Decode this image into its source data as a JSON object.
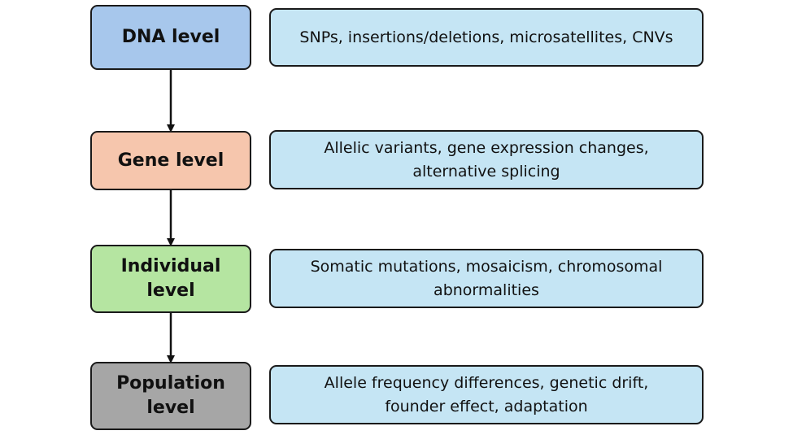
{
  "diagram": {
    "levels": [
      {
        "label": "DNA level",
        "color": "#a7c7ec",
        "description": "SNPs, insertions/deletions, microsatellites, CNVs"
      },
      {
        "label": "Gene level",
        "color": "#f6c6ad",
        "description": "Allelic variants, gene expression changes,\nalternative splicing"
      },
      {
        "label": "Individual\nlevel",
        "color": "#b5e5a1",
        "description": "Somatic mutations, mosaicism, chromosomal\nabnormalities"
      },
      {
        "label": "Population\nlevel",
        "color": "#a6a6a6",
        "description": "Allele frequency differences, genetic drift,\nfounder effect, adaptation"
      }
    ],
    "arrow_color": "#111111",
    "description_box_color": "#c5e5f4"
  }
}
